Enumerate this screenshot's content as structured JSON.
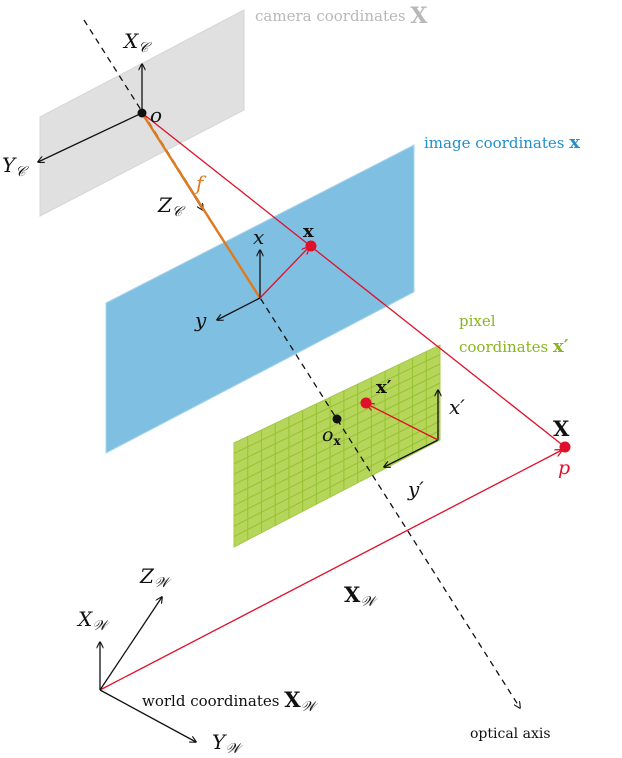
{
  "colors": {
    "camera_plane": "#e0e0e0",
    "image_plane": "#7fbfe2",
    "pixel_plane": "#b5d65a",
    "pixel_grid": "#97c232",
    "projection": "#e0102a",
    "focal": "#e07a1c",
    "camera_label": "#b8b8b8",
    "image_label": "#1f8fcf",
    "pixel_label": "#8ab51e",
    "ink": "#111111"
  },
  "labels": {
    "camera_coords_text": "camera coordinates",
    "camera_coords_sym": "X",
    "image_coords_text": "image coordinates",
    "image_coords_sym": "x",
    "pixel_line1": "pixel",
    "pixel_line2_text": "coordinates",
    "pixel_line2_sym": "x′",
    "world_coords_text": "world coordinates",
    "world_sym_main": "X",
    "world_sym_sub": "𝒲",
    "optical_axis": "optical axis",
    "XC_main": "X",
    "XC_sub": "𝒞",
    "YC_main": "Y",
    "YC_sub": "𝒞",
    "ZC_main": "Z",
    "ZC_sub": "𝒞",
    "o": "o",
    "f": "f",
    "x_axis": "x",
    "y_axis": "y",
    "x_point": "x",
    "ox_main": "o",
    "ox_sub": "x",
    "xp_point": "x′",
    "xp_axis": "x′",
    "yp_axis": "y′",
    "X_point": "X",
    "p": "p",
    "XW_vec_main": "X",
    "XW_vec_sub": "𝒲",
    "ZW_main": "Z",
    "ZW_sub": "𝒲",
    "XW_main": "X",
    "XW_sub": "𝒲",
    "YW_main": "Y",
    "YW_sub": "𝒲"
  }
}
